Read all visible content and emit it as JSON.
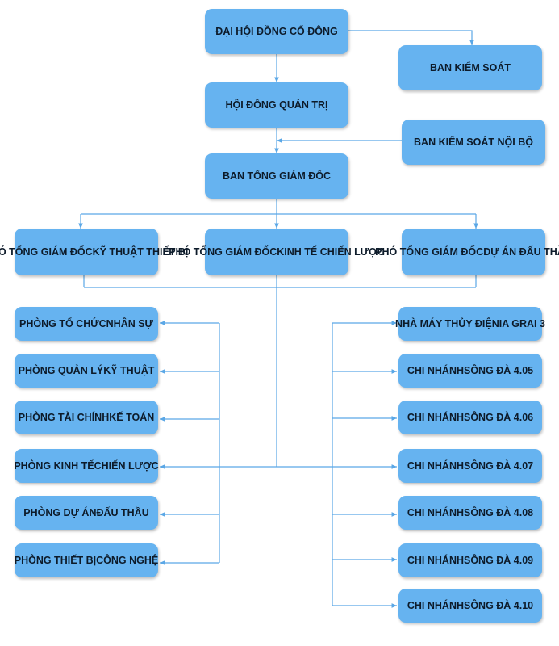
{
  "colors": {
    "box": "#66b3f0",
    "line": "#5aa7e6",
    "text": "#0d1b2a"
  },
  "nodes": {
    "dhdcd": {
      "line1": "ĐẠI HỘI ĐỒNG CỔ ĐÔNG"
    },
    "bks": {
      "line1": "BAN KIỂM SOÁT"
    },
    "hdqt": {
      "line1": "HỘI ĐỒNG QUẢN TRỊ"
    },
    "bksnb": {
      "line1": "BAN KIỂM SOÁT NỘI BỘ"
    },
    "btgd": {
      "line1": "BAN TỔNG GIÁM ĐỐC"
    },
    "ptgd_kt": {
      "line1": "PHÓ TỔNG GIÁM ĐỐC",
      "line2": "KỸ THUẬT THIẾT BỊ"
    },
    "ptgd_ktcl": {
      "line1": "PHÓ TỔNG GIÁM ĐỐC",
      "line2": "KINH TẾ CHIẾN LƯỢC"
    },
    "ptgd_dadt": {
      "line1": "PHÓ TỔNG GIÁM ĐỐC",
      "line2": "DỰ ÁN ĐẤU THẦU"
    },
    "p_tcns": {
      "line1": "PHÒNG TỔ CHỨC",
      "line2": "NHÂN SỰ"
    },
    "p_qlkt": {
      "line1": "PHÒNG QUẢN LÝ",
      "line2": "KỸ THUẬT"
    },
    "p_tckt": {
      "line1": "PHÒNG TÀI CHÍNH",
      "line2": "KẾ TOÁN"
    },
    "p_ktcl": {
      "line1": "PHÒNG KINH TẾ",
      "line2": "CHIẾN LƯỢC"
    },
    "p_dadt": {
      "line1": "PHÒNG DỰ ÁN",
      "line2": "ĐẤU THẦU"
    },
    "p_tbcn": {
      "line1": "PHÒNG THIẾT BỊ",
      "line2": "CÔNG NGHỆ"
    },
    "nm_iagrai": {
      "line1": "NHÀ MÁY THỦY ĐIỆN",
      "line2": "IA GRAI 3"
    },
    "cn_405": {
      "line1": "CHI NHÁNH",
      "line2": "SÔNG ĐÀ 4.05"
    },
    "cn_406": {
      "line1": "CHI NHÁNH",
      "line2": "SÔNG ĐÀ 4.06"
    },
    "cn_407": {
      "line1": "CHI NHÁNH",
      "line2": "SÔNG ĐÀ 4.07"
    },
    "cn_408": {
      "line1": "CHI NHÁNH",
      "line2": "SÔNG ĐÀ 4.08"
    },
    "cn_409": {
      "line1": "CHI NHÁNH",
      "line2": "SÔNG ĐÀ 4.09"
    },
    "cn_410": {
      "line1": "CHI NHÁNH",
      "line2": "SÔNG ĐÀ 4.10"
    }
  }
}
